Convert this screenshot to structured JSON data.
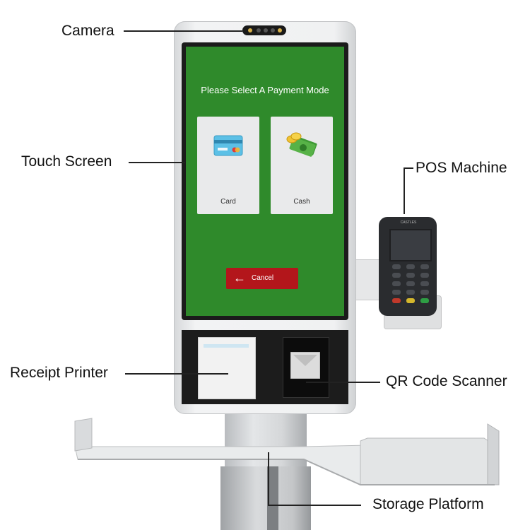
{
  "callouts": {
    "camera": "Camera",
    "touch_screen": "Touch Screen",
    "pos_machine": "POS Machine",
    "receipt_printer": "Receipt Printer",
    "qr_code_scanner": "QR Code Scanner",
    "storage_platform": "Storage Platform"
  },
  "screen": {
    "title": "Please Select A Payment Mode",
    "options": [
      {
        "label": "Card",
        "icon": "credit-card-icon"
      },
      {
        "label": "Cash",
        "icon": "cash-icon"
      }
    ],
    "cancel_label": "Cancel",
    "cancel_icon": "arrow-left-icon"
  },
  "pos": {
    "brand": "CASTLES"
  },
  "colors": {
    "screen_bg": "#2f8a2b",
    "cancel_bg": "#b3161b",
    "kiosk_body": "#f0f1f2",
    "panel_dark": "#1c1c1c"
  }
}
